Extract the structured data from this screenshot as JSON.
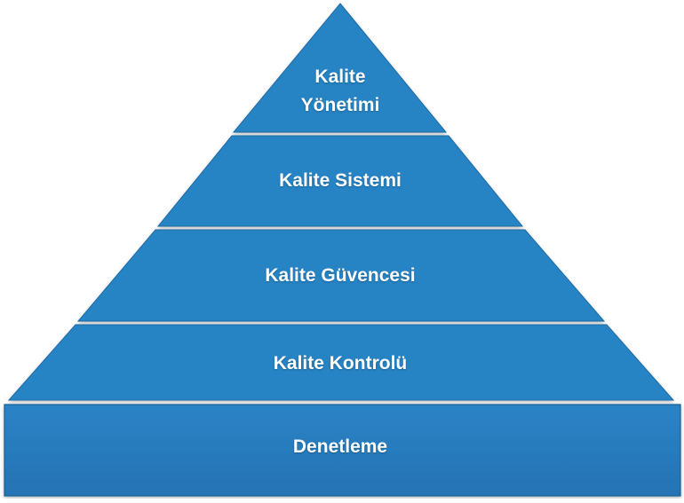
{
  "diagram": {
    "colors": {
      "fill": "#2882c3",
      "base_fill": "#2878bb",
      "edge": "#1c5f93",
      "separator": "#ffffff",
      "text": "#ffffff"
    },
    "tiers": [
      {
        "label_line1": "Kalite",
        "label_line2": "Yönetimi"
      },
      {
        "label": "Kalite Sistemi"
      },
      {
        "label": "Kalite Güvencesi"
      },
      {
        "label": "Kalite Kontrolü"
      },
      {
        "label": "Denetleme"
      }
    ]
  }
}
